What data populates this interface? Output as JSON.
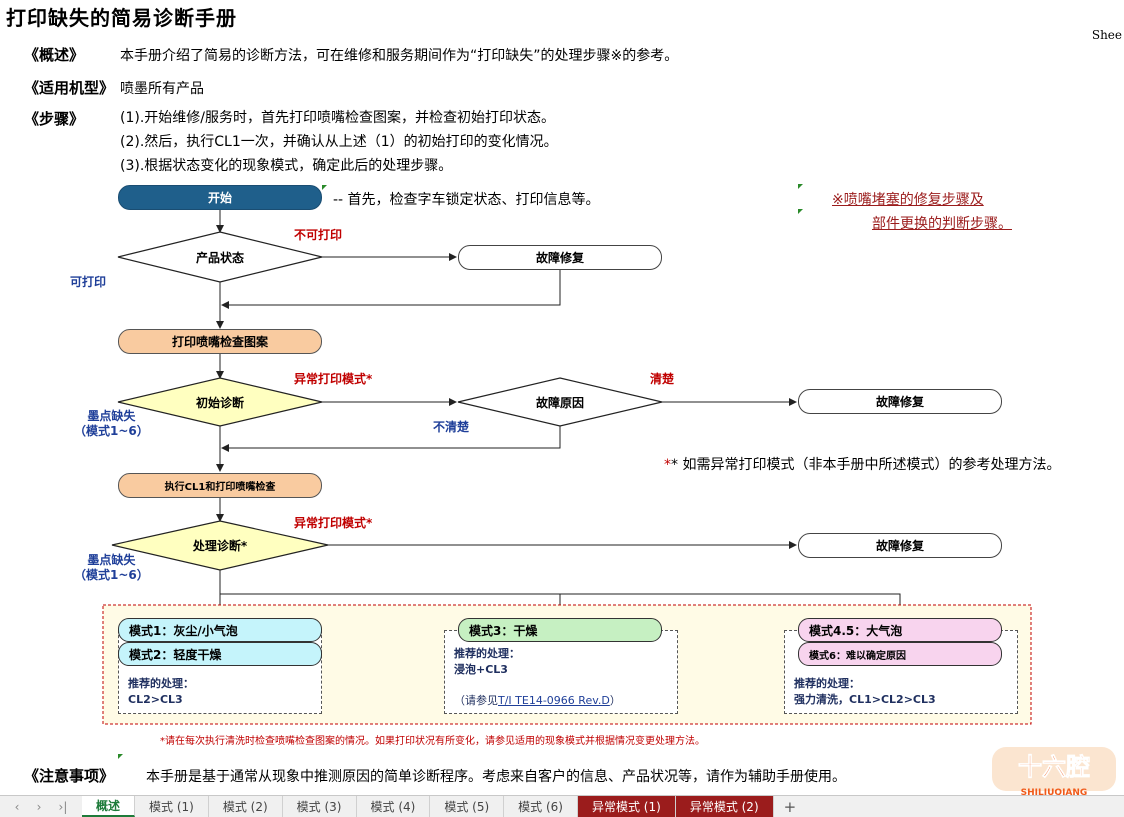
{
  "title": "打印缺失的简易诊断手册",
  "sheet_label": "Shee",
  "overview": {
    "label": "《概述》",
    "text": "本手册介绍了简易的诊断方法，可在维修和服务期间作为“打印缺失”的处理步骤※的参考。"
  },
  "models": {
    "label": "《适用机型》",
    "text": "喷墨所有产品"
  },
  "steps": {
    "label": "《步骤》",
    "items": [
      "(1).开始维修/服务时，首先打印喷嘴检查图案，并检查初始打印状态。",
      "(2).然后，执行CL1一次，并确认从上述（1）的初始打印的变化情况。",
      "(3).根据状态变化的现象模式，确定此后的处理步骤。"
    ]
  },
  "flow": {
    "start": "开始",
    "start_note": "-- 首先，检查字车锁定状态、打印信息等。",
    "product_state": "产品状态",
    "cannot_print": "不可打印",
    "can_print": "可打印",
    "repair": "故障修复",
    "print_nozzle_check": "打印喷嘴检查图案",
    "initial_diag": "初始诊断",
    "abnormal_pattern": "异常打印模式*",
    "cause": "故障原因",
    "clear": "清楚",
    "unclear": "不清楚",
    "dot_missing_line1": "墨点缺失",
    "dot_missing_line2": "（模式1~6）",
    "run_cl1": "执行CL1和打印喷嘴检查",
    "process_diag": "处理诊断*"
  },
  "side_note": {
    "line1": "※喷嘴堵塞的修复步骤及",
    "line2": "部件更换的判断步骤。"
  },
  "asterisk_note": "*  如需异常打印模式（非本手册中所述模式）的参考处理方法。",
  "modes": {
    "group1": {
      "m1": "模式1：灰尘/小气泡",
      "m2": "模式2：轻度干燥",
      "rec_label": "推荐的处理：",
      "rec": "CL2>CL3"
    },
    "group2": {
      "m3": "模式3：干燥",
      "rec_label": "推荐的处理：",
      "rec": "浸泡+CL3",
      "ref_prefix": "（请参见",
      "ref_link": "T/I TE14-0966 Rev.D",
      "ref_suffix": "）"
    },
    "group3": {
      "m45": "模式4.5：大气泡",
      "m6": "模式6：难以确定原因",
      "rec_label": "推荐的处理：",
      "rec": "强力清洗，CL1>CL2>CL3"
    }
  },
  "footnote": "*请在每次执行清洗时检查喷嘴检查图案的情况。如果打印状况有所变化，请参见适用的现象模式并根据情况变更处理方法。",
  "notes": {
    "label": "《注意事项》",
    "text": "本手册是基于通常从现象中推测原因的简单诊断程序。考虑来自客户的信息、产品状况等，请作为辅助手册使用。"
  },
  "logo": {
    "text_cn": "十六腔",
    "text_en": "SHILIUQIANG"
  },
  "tabs": [
    {
      "label": "概述",
      "active": true
    },
    {
      "label": "模式 (1)"
    },
    {
      "label": "模式 (2)"
    },
    {
      "label": "模式 (3)"
    },
    {
      "label": "模式 (4)"
    },
    {
      "label": "模式 (5)"
    },
    {
      "label": "模式 (6)"
    },
    {
      "label": "异常模式 (1)",
      "dark": true
    },
    {
      "label": "异常模式 (2)",
      "dark": true
    }
  ],
  "colors": {
    "start_fill": "#1f5f8b",
    "orange_fill": "#f9cba0",
    "diamond_fill": "#ffffc0",
    "red_text": "#c00000",
    "blue_text": "#1f3f99",
    "dark_tab": "#9b1c1c"
  }
}
